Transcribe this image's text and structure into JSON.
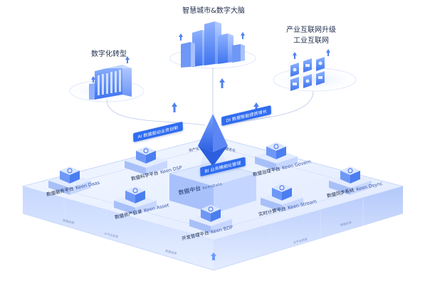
{
  "top": {
    "center_label": "智慧城市&数字大脑",
    "left_label": "数字化转型",
    "right_label_line1": "产业互联网升级",
    "right_label_line2": "工业互联网"
  },
  "callouts": {
    "ai": "AI 数据驱动业务创新",
    "di": "DI 数据智能提质增长",
    "bi": "BI 业务精细化管理"
  },
  "center": {
    "title": "数据中台",
    "subtitle": "KeenData",
    "side_left": "资产化",
    "side_right": "服务化"
  },
  "modules": [
    {
      "id": "daas",
      "zh": "数据服务平台",
      "en": "Keen Daas",
      "icon": "network-share-icon"
    },
    {
      "id": "dsp",
      "zh": "数据科学平台",
      "en": "Keen DSP",
      "icon": "atom-icon"
    },
    {
      "id": "asset",
      "zh": "数据资产目录",
      "en": "Keen Asset",
      "icon": "database-icon"
    },
    {
      "id": "bdp",
      "zh": "开发管理平台",
      "en": "Keen BDP",
      "icon": "grid-frame-icon"
    },
    {
      "id": "govern",
      "zh": "数据治理平台",
      "en": "Keen Govern",
      "icon": "cubes-icon"
    },
    {
      "id": "stream",
      "zh": "实时计算平台",
      "en": "Keen Stream",
      "icon": "document-flow-icon"
    },
    {
      "id": "dsync",
      "zh": "数据同步系统",
      "en": "Keen Dsync",
      "icon": "sync-arrows-icon"
    }
  ],
  "edge_labels": [
    "数据资源",
    "云平台资源",
    "数据资源",
    "云平台资源",
    "数据资源"
  ],
  "colors": {
    "primary": "#2f6cf0",
    "platform_top": "#e9f1ff",
    "platform_side": "#c9d9ff",
    "module_top": "#dce8ff",
    "module_front": "#9fb9f5",
    "building": "#5b8cf6",
    "halo": "#d7e4ff"
  }
}
